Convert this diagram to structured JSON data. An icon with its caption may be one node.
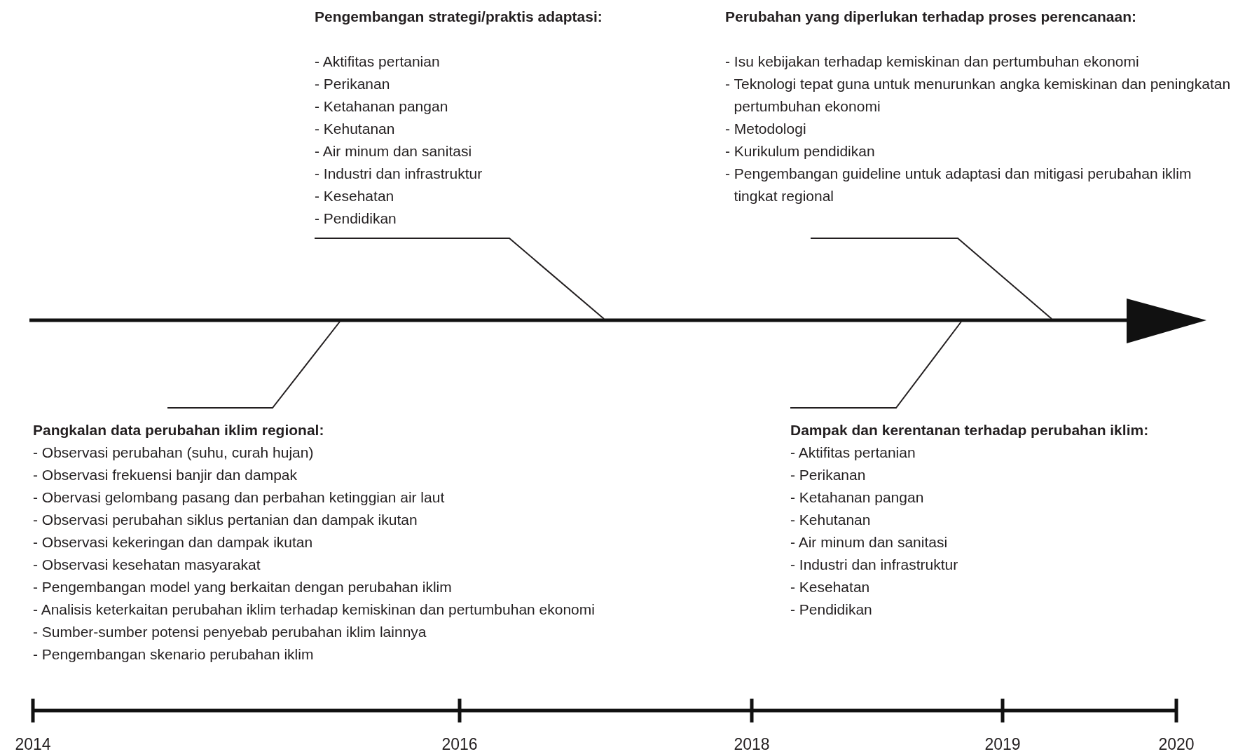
{
  "diagram": {
    "nodes": [
      {
        "text": [
          "Pengembangan strategi/praktis adaptasi:",
          "- Aktifitas pertanian",
          "- Perikanan",
          "- Ketahanan pangan",
          "- Kehutanan",
          "- Air minum dan sanitasi",
          "- Industri dan infrastruktur",
          "- Kesehatan",
          "- Pendidikan"
        ]
      },
      {
        "text": [
          "Perubahan yang diperlukan terhadap proses perencanaan:",
          "- Isu kebijakan terhadap kemiskinan dan pertumbuhan ekonomi",
          "- Teknologi tepat guna untuk menurunkan angka kemiskinan dan peningkatan pertumbuhan ekonomi",
          "- Metodologi",
          "- Kurikulum pendidikan",
          "- Pengembangan guideline untuk adaptasi dan mitigasi perubahan iklim tingkat regional"
        ]
      },
      {
        "text": [
          "Pangkalan data perubahan iklim regional:",
          "- Observasi perubahan (suhu, curah hujan)",
          "- Observasi frekuensi banjir dan dampak",
          "- Obervasi gelombang pasang dan perbahan ketinggian air laut",
          "- Observasi perubahan siklus pertanian dan dampak ikutan",
          "- Observasi kekeringan dan dampak ikutan",
          "- Observasi kesehatan masyarakat",
          "- Pengembangan model yang berkaitan dengan perubahan iklim",
          "- Analisis keterkaitan perubahan iklim terhadap kemiskinan dan pertumbuhan ekonomi",
          "- Sumber-sumber potensi penyebab perubahan iklim lainnya",
          "- Pengembangan skenario perubahan iklim"
        ]
      },
      {
        "text": [
          "Dampak dan kerentanan terhadap perubahan iklim:",
          "- Aktifitas pertanian",
          "- Perikanan",
          "- Ketahanan pangan",
          "- Kehutanan",
          "- Air minum dan sanitasi",
          "- Industri dan infrastruktur",
          "- Kesehatan",
          "- Pendidikan"
        ]
      }
    ],
    "edges": [
      {
        "from": 0,
        "to": null,
        "arrow": "none"
      },
      {
        "from": 1,
        "to": null,
        "arrow": "none"
      },
      {
        "from": 2,
        "to": null,
        "arrow": "none"
      },
      {
        "from": 3,
        "to": null,
        "arrow": "none"
      }
    ],
    "labels": [
      "2014",
      "2016",
      "2018",
      "2019",
      "2020"
    ]
  }
}
